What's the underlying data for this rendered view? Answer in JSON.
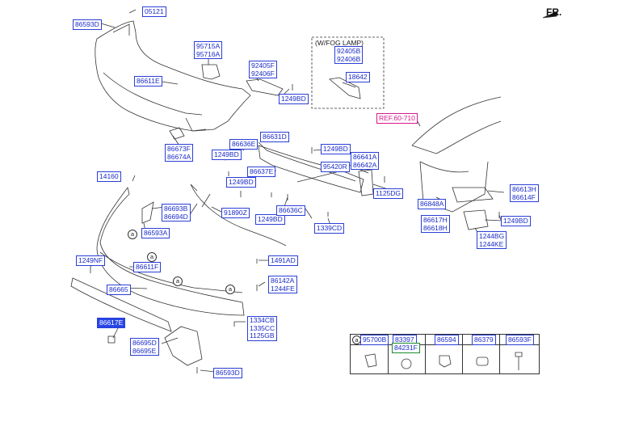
{
  "direction": "FR.",
  "fog_group_title": "(W/FOG LAMP)",
  "ref_label": "REF.60-710",
  "circle_marker": "a",
  "labels": {
    "l05121": "05121",
    "l86593D_top": "86593D",
    "l95715A": "95715A",
    "l95716A": "95716A",
    "l86611E": "86611E",
    "l92405F": "92405F",
    "l92406F": "92406F",
    "l92405B": "92405B",
    "l92406B": "92406B",
    "l18642": "18642",
    "l1249BD_a": "1249BD",
    "l86673F": "86673F",
    "l86674A": "86674A",
    "l86636E": "86636E",
    "l86631D": "86631D",
    "l1249BD_b": "1249BD",
    "l1249BD_c": "1249BD",
    "l86637E": "86637E",
    "l1249BD_d": "1249BD",
    "l95420R": "95420R",
    "l86641A": "86641A",
    "l86642A": "86642A",
    "l1125DG": "1125DG",
    "l1249BD_e": "1249BD",
    "l86636C": "86636C",
    "l1339CD": "1339CD",
    "l14160": "14160",
    "l86693B": "86693B",
    "l86694D": "86694D",
    "l91890Z": "91890Z",
    "l86593A": "86593A",
    "l1249NF": "1249NF",
    "l86611F": "86611F",
    "l1491AD": "1491AD",
    "l86665": "86665",
    "l86142A": "86142A",
    "l1244FE": "1244FE",
    "l86617E": "86617E",
    "l86695D": "86695D",
    "l86695E": "86695E",
    "l1334CB": "1334CB",
    "l1335CC": "1335CC",
    "l1125GB": "1125GB",
    "l86593D_bot": "86593D",
    "l86848A": "86848A",
    "l86613H": "86613H",
    "l86614F": "86614F",
    "l86617H": "86617H",
    "l86618H": "86618H",
    "l1249BD_f": "1249BD",
    "l1244BG": "1244BG",
    "l1244KE": "1244KE"
  },
  "legend": {
    "marker": "a",
    "c1": "95700B",
    "c2a": "83397",
    "c2b": "84231F",
    "c3": "86594",
    "c4": "86379",
    "c5": "86593F"
  },
  "colors": {
    "label_text": "#1a2bc8",
    "label_border": "#2a3fd6",
    "ref": "#d8188c",
    "selected_bg": "#2846e6",
    "line": "#333333"
  }
}
